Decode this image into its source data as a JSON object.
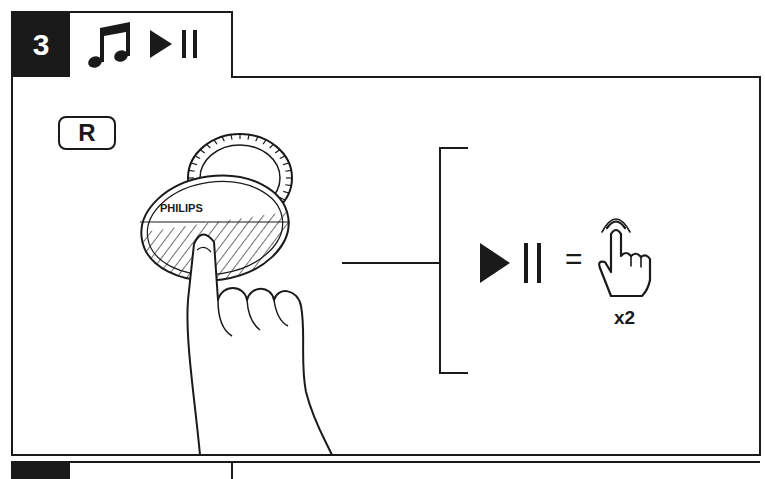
{
  "diagram": {
    "nodes": [
      {
        "text": [
          "3"
        ]
      },
      {
        "text": [
          "R"
        ]
      }
    ],
    "labels": [
      "PHILIPS",
      "=",
      "x2"
    ]
  }
}
